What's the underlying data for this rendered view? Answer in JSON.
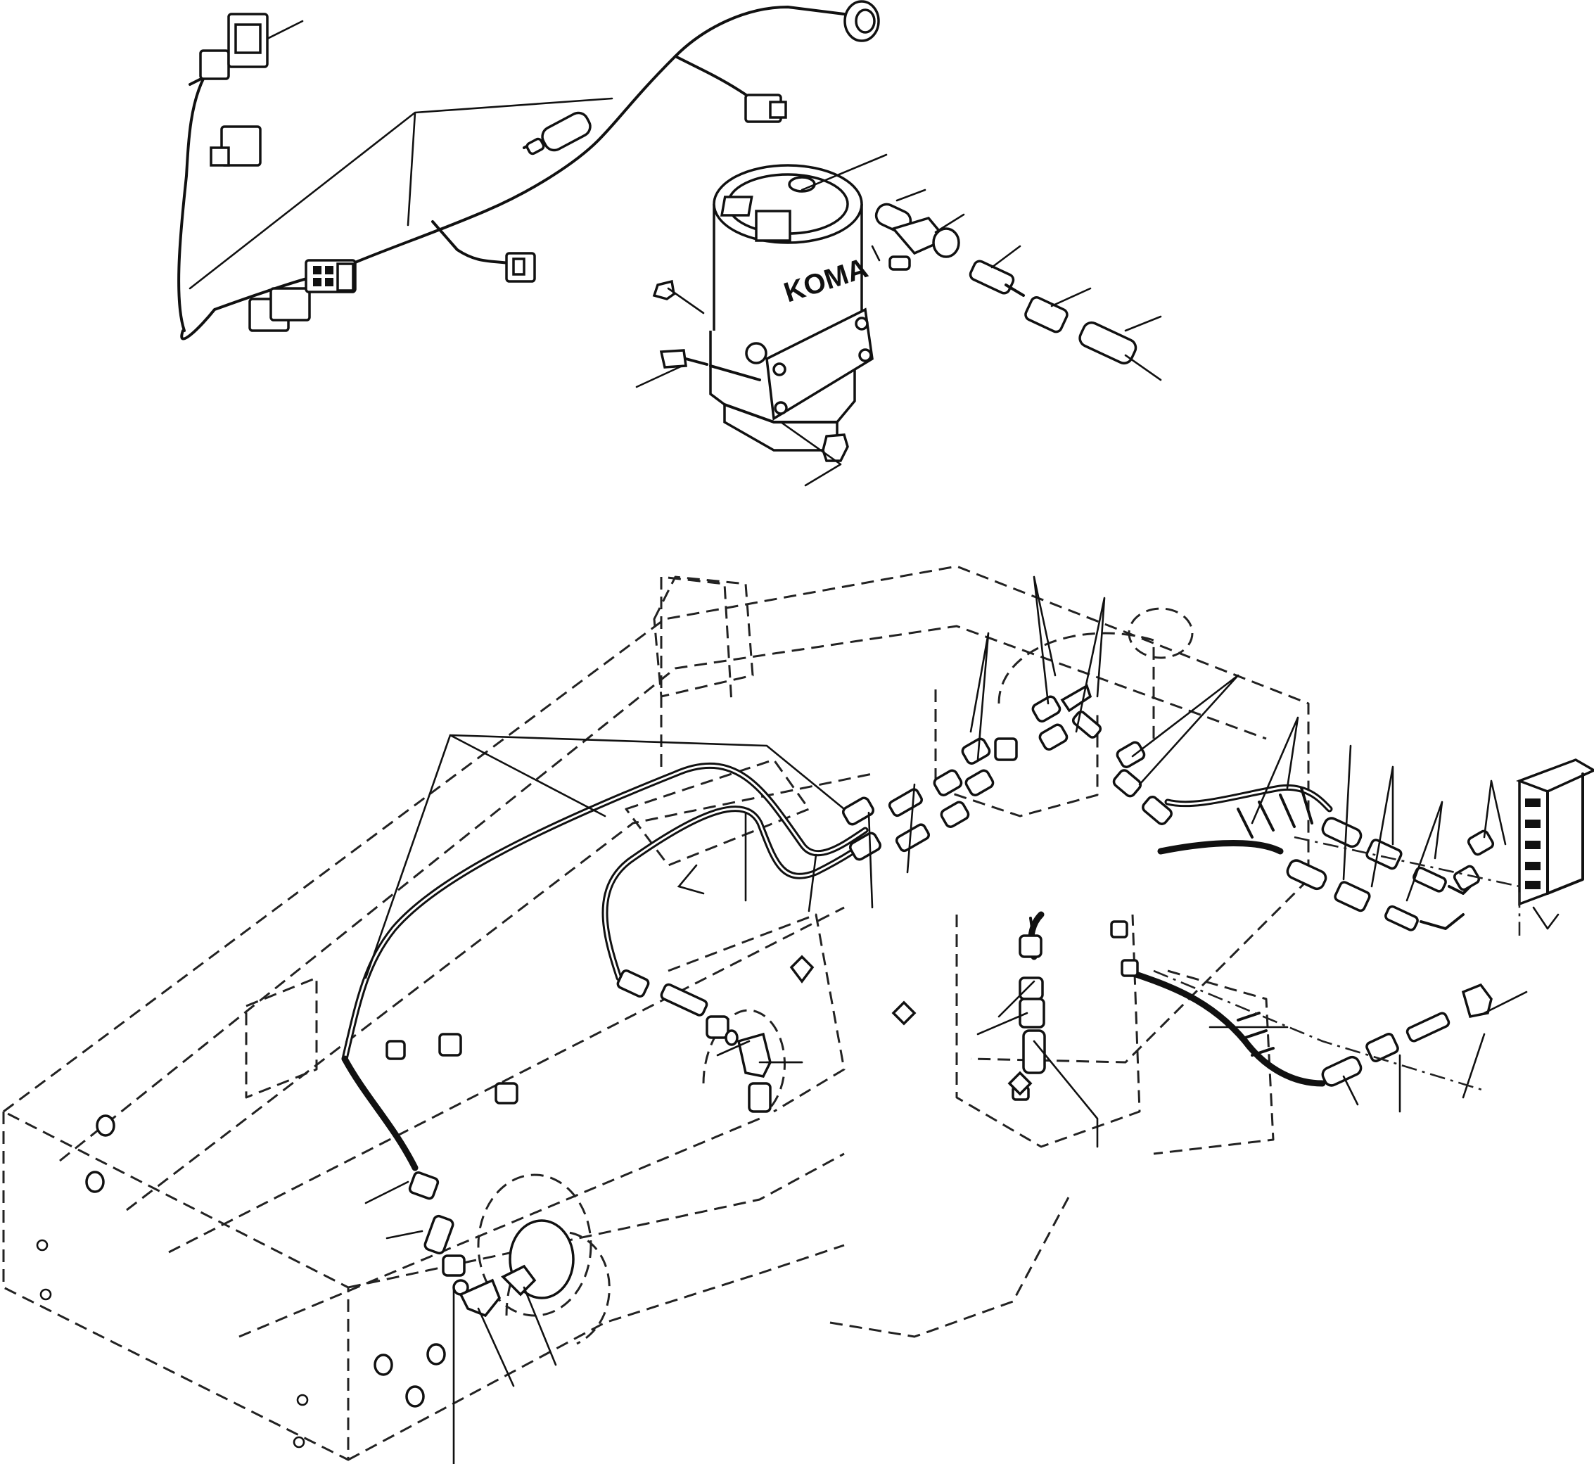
{
  "diagram": {
    "type": "exploded-parts-diagram",
    "pump": {
      "brand_text": "KOMA"
    },
    "icons": [
      "wiring-harness",
      "grease-pump",
      "tee-fitting",
      "hose-fittings",
      "frame",
      "grease-hoses",
      "distribution-block"
    ]
  }
}
